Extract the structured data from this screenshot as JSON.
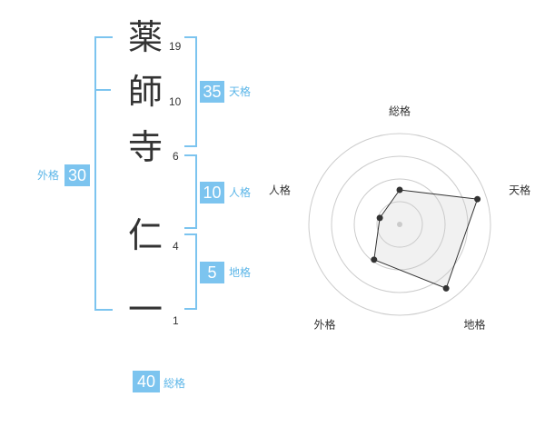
{
  "name": {
    "chars": [
      {
        "char": "薬",
        "strokes": "19"
      },
      {
        "char": "師",
        "strokes": "10"
      },
      {
        "char": "寺",
        "strokes": "6"
      },
      {
        "char": "仁",
        "strokes": "4"
      },
      {
        "char": "一",
        "strokes": "1"
      }
    ]
  },
  "fortune": {
    "tenkaku": {
      "value": "35",
      "label": "天格"
    },
    "jinkaku": {
      "value": "10",
      "label": "人格"
    },
    "chikaku": {
      "value": "5",
      "label": "地格"
    },
    "gaikaku": {
      "value": "30",
      "label": "外格"
    },
    "soukaku": {
      "value": "40",
      "label": "総格"
    }
  },
  "colors": {
    "accent": "#7cc4ef",
    "label": "#5cb6e8",
    "text": "#333333"
  },
  "chart_data": {
    "type": "radar",
    "axes": [
      "総格",
      "天格",
      "地格",
      "外格",
      "人格"
    ],
    "values": [
      0.38,
      0.9,
      0.87,
      0.48,
      0.23
    ],
    "rings": 4
  }
}
